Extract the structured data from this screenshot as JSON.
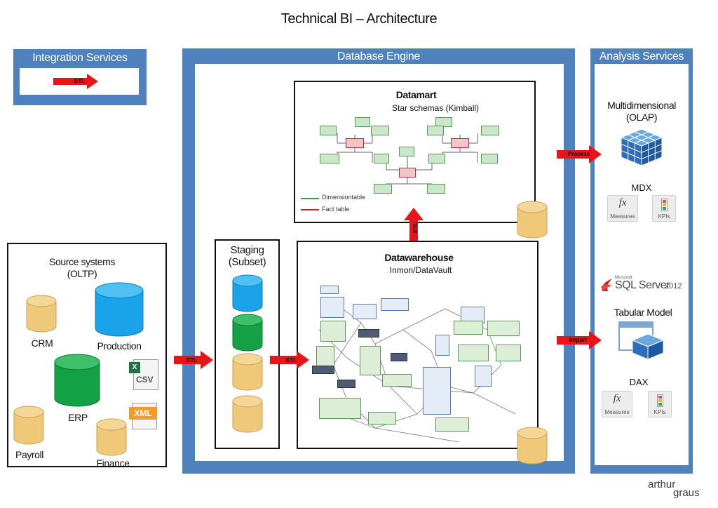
{
  "title": "Technical BI – Architecture",
  "panels": {
    "integration": "Integration Services",
    "database": "Database Engine",
    "analysis": "Analysis Services"
  },
  "datamart": {
    "title": "Datamart",
    "subtitle": "Star schemas (Kimball)",
    "legend_dim": "Dimensiontable",
    "legend_fact": "Fact table"
  },
  "datawarehouse": {
    "title": "Datawarehouse",
    "subtitle": "Inmon/DataVault"
  },
  "staging": {
    "line1": "Staging",
    "line2": "(Subset)"
  },
  "sources": {
    "title_line1": "Source systems",
    "title_line2": "(OLTP)",
    "crm": "CRM",
    "production": "Production",
    "erp": "ERP",
    "payroll": "Payroll",
    "finance": "Finance",
    "csv": "CSV",
    "xml": "XML"
  },
  "arrows": {
    "etl": "ETL",
    "process": "Process",
    "import": "Import"
  },
  "analysis": {
    "multidim_line1": "Multidimensional",
    "multidim_line2": "(OLAP)",
    "mdx": "MDX",
    "measures": "Measures",
    "kpis": "KPIs",
    "sqlserver_brand": "Microsoft",
    "sqlserver": "SQL Server",
    "sqlserver_ver": "2012",
    "tabular": "Tabular Model",
    "dax": "DAX"
  },
  "brand": {
    "line1": "arthur",
    "line2": "graus"
  },
  "colors": {
    "panel": "#4f81bd",
    "arrow": "#e8141a",
    "cyl_tan": "#f0c87a",
    "cyl_blue": "#1aa3e8",
    "cyl_green": "#14a045"
  }
}
